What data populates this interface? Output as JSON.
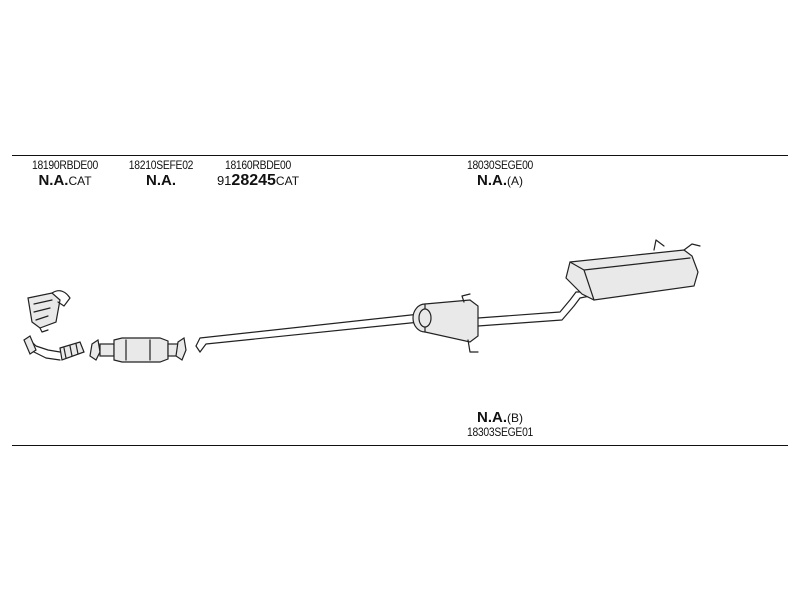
{
  "parts": [
    {
      "code": "18190RBDE00",
      "designation": "N.A.",
      "suffix": "CAT",
      "prefix": ""
    },
    {
      "code": "18210SEFE02",
      "designation": "N.A.",
      "suffix": "",
      "prefix": ""
    },
    {
      "code": "18160RBDE00",
      "designation": "28245",
      "suffix": "CAT",
      "prefix": "91"
    },
    {
      "code": "18030SEGE00",
      "designation": "N.A.",
      "suffix": "(A)",
      "prefix": ""
    },
    {
      "code": "18303SEGE01",
      "designation": "N.A.",
      "suffix": "(B)",
      "prefix": ""
    }
  ]
}
